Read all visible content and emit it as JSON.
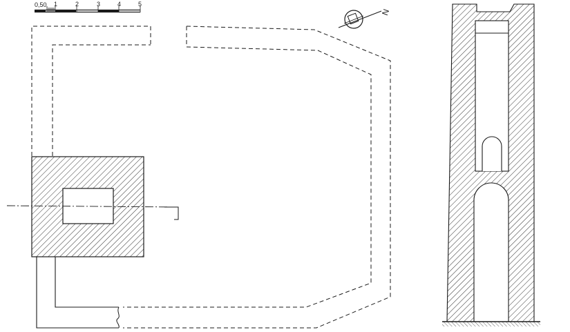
{
  "scale_bar": {
    "labels": [
      "0,50",
      "1",
      "2",
      "3",
      "4",
      "5"
    ]
  },
  "north_arrow": {
    "label": "N",
    "icon": "north-arrow-icon"
  },
  "colors": {
    "ink": "#1a1a1a",
    "paper": "#ffffff"
  }
}
